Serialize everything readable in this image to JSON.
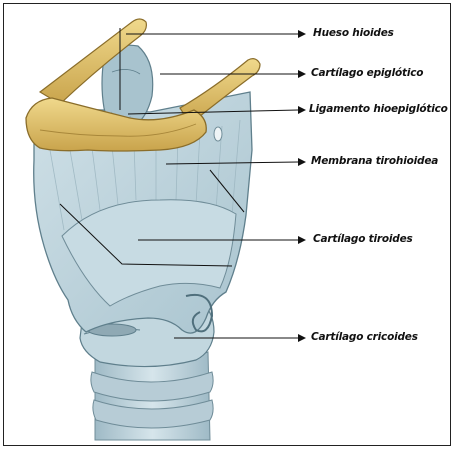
{
  "labels": {
    "hyoid": "Hueso hioides",
    "epiglottic": "Cartílago epiglótico",
    "hyoepiglottic": "Ligamento hioepiglótico",
    "thyrohyoid": "Membrana tirohioidea",
    "thyroid": "Cartílago tiroides",
    "cricoid": "Cartílago cricoides"
  },
  "colors": {
    "bone": "#e2c46a",
    "cartilage": "#bcd3dc",
    "membrane": "#d7e4ea",
    "outline": "#5f7f8c",
    "leader": "#111111"
  }
}
